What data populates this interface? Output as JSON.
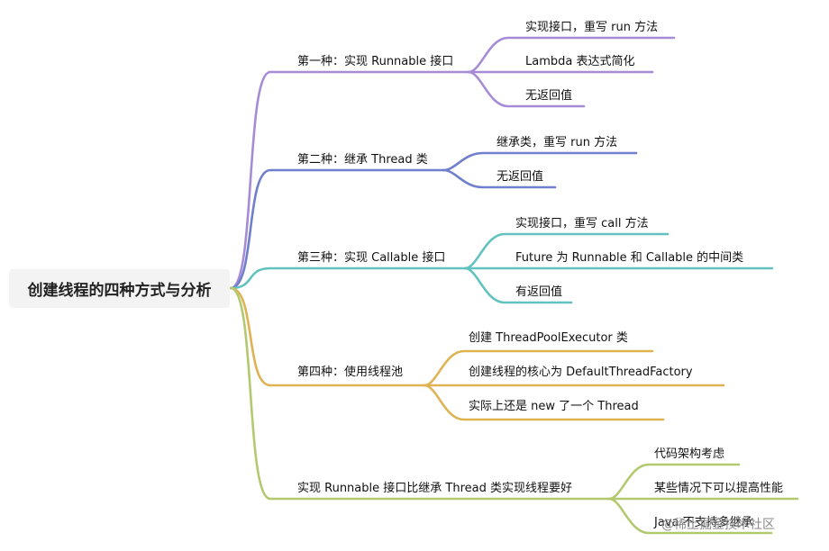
{
  "root": {
    "title": "创建线程的四种方式与分析"
  },
  "branches": [
    {
      "label": "第一种：实现 Runnable 接口",
      "color": "#a68bd6",
      "children": [
        "实现接口，重写 run 方法",
        "Lambda 表达式简化",
        "无返回值"
      ]
    },
    {
      "label": "第二种：继承 Thread 类",
      "color": "#6f7fcb",
      "children": [
        "继承类，重写 run 方法",
        "无返回值"
      ]
    },
    {
      "label": "第三种：实现 Callable 接口",
      "color": "#62c2c0",
      "children": [
        "实现接口，重写 call 方法",
        "Future 为 Runnable 和 Callable 的中间类",
        "有返回值"
      ]
    },
    {
      "label": "第四种：使用线程池",
      "color": "#dfb254",
      "children": [
        "创建 ThreadPoolExecutor 类",
        "创建线程的核心为 DefaultThreadFactory",
        "实际上还是 new 了一个 Thread"
      ]
    },
    {
      "label": "实现 Runnable 接口比继承 Thread 类实现线程要好",
      "color": "#b3c96f",
      "children": [
        "代码架构考虑",
        "某些情况下可以提高性能",
        "Java 不支持多继承"
      ]
    }
  ],
  "watermark": "@稀土掘金技术社区"
}
